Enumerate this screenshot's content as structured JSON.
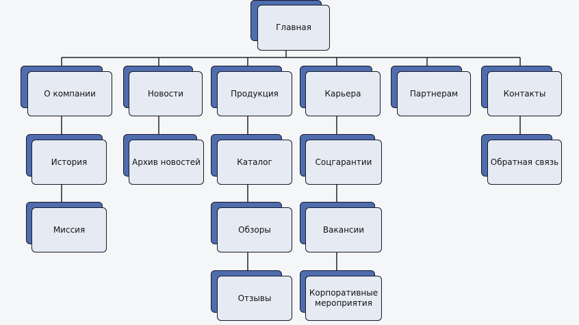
{
  "colors": {
    "back_box": "#4f6dae",
    "front_box": "#e6ebf3",
    "outline": "#14182a",
    "line": "#222222"
  },
  "sitemap": {
    "root": "Главная",
    "sections": [
      {
        "label": "О компании",
        "children": [
          "История",
          "Миссия"
        ]
      },
      {
        "label": "Новости",
        "children": [
          "Архив новостей"
        ]
      },
      {
        "label": "Продукция",
        "children": [
          "Каталог",
          "Обзоры",
          "Отзывы"
        ]
      },
      {
        "label": "Карьера",
        "children": [
          "Соцгарантии",
          "Вакансии",
          "Корпоративные мероприятия"
        ]
      },
      {
        "label": "Партнерам",
        "children": []
      },
      {
        "label": "Контакты",
        "children": [
          "Обратная связь"
        ]
      }
    ]
  }
}
